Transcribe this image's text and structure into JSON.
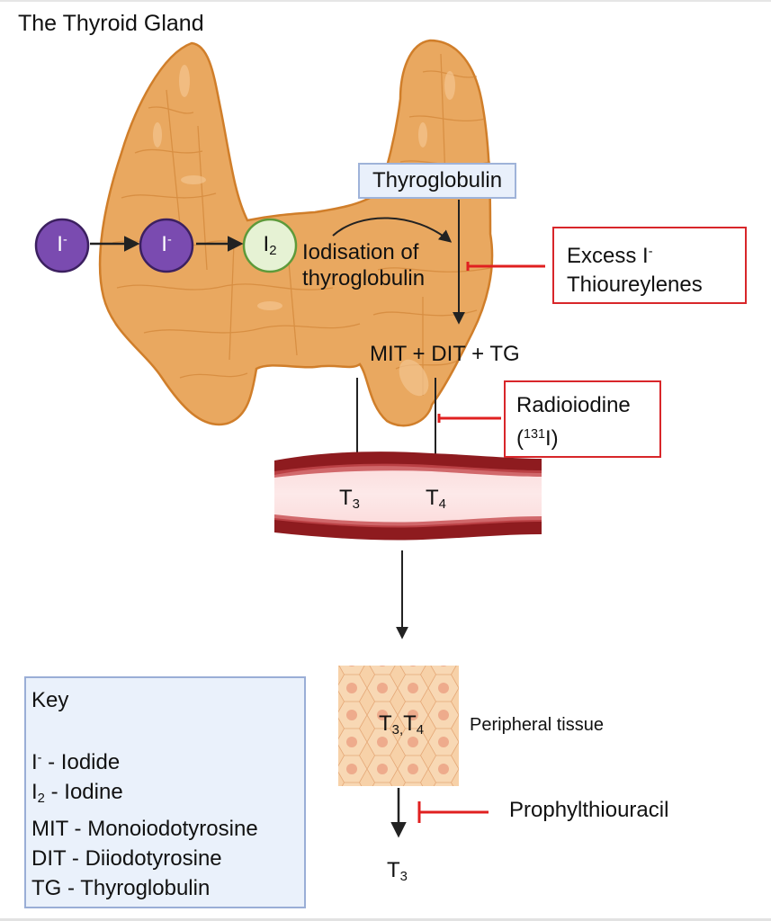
{
  "title": "The Thyroid Gland",
  "colors": {
    "gland_fill": "#e9a860",
    "gland_stroke": "#d07e2a",
    "iodide_circle": "#7a4bb0",
    "iodine_circle_fill": "#e6f2d4",
    "iodine_circle_stroke": "#5e9a3a",
    "inhibitor_red": "#d8262a",
    "vessel_dark": "#8e1b1f",
    "vessel_light": "#fbe0e0",
    "key_bg": "#eaf1fb",
    "tissue_bg": "#f7d1a8"
  },
  "nodes": {
    "iodide_1": {
      "base": "I",
      "charge": "-"
    },
    "iodide_2": {
      "base": "I",
      "charge": "-"
    },
    "iodine": {
      "base": "I",
      "subscript": "2"
    },
    "thyroglobulin_box": "Thyroglobulin",
    "iodisation_line1": "Iodisation of",
    "iodisation_line2": "thyroglobulin",
    "products": "MIT + DIT + TG",
    "blood_t3": {
      "base": "T",
      "subscript": "3"
    },
    "blood_t4": {
      "base": "T",
      "subscript": "4"
    },
    "tissue_label": {
      "t3": "T",
      "t3_sub": "3,",
      "t4": "T",
      "t4_sub": "4"
    },
    "peripheral_tissue": "Peripheral tissue",
    "final_t3": {
      "base": "T",
      "subscript": "3"
    }
  },
  "inhibitors": {
    "excess_iodide": {
      "line1": "Excess I",
      "line1_sup": "-",
      "line2": "Thioureylenes"
    },
    "radioiodine": {
      "line1": "Radioiodine",
      "line2_open": "(",
      "line2_sup": "131",
      "line2_close": "I)"
    },
    "propylthiouracil": "Prophylthiouracil"
  },
  "key": {
    "heading": "Key",
    "items": [
      {
        "symbol": "I",
        "mod": "-",
        "mod_type": "sup",
        "text": " - Iodide"
      },
      {
        "symbol": "I",
        "mod": "2",
        "mod_type": "sub",
        "text": " - Iodine"
      },
      {
        "symbol": "MIT",
        "mod": "",
        "mod_type": "",
        "text": " - Monoiodotyrosine"
      },
      {
        "symbol": "DIT",
        "mod": "",
        "mod_type": "",
        "text": " - Diiodotyrosine"
      },
      {
        "symbol": "TG",
        "mod": "",
        "mod_type": "",
        "text": " - Thyroglobulin"
      }
    ]
  }
}
